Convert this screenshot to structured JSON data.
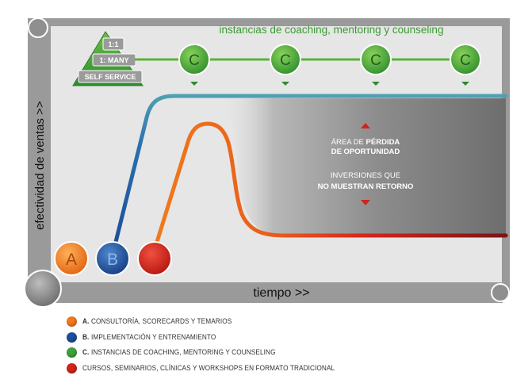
{
  "diagram": {
    "top_title": "instancias de coaching, mentoring y counseling",
    "y_axis_label": "efectividad de ventas >>",
    "x_axis_label": "tiempo >>",
    "pyramid_labels": [
      "1:1",
      "1: MANY",
      "SELF SERVICE"
    ],
    "coaching_nodes": [
      "C",
      "C",
      "C",
      "C"
    ],
    "start_nodes": [
      {
        "id": "a",
        "label": "A",
        "color": "#f07a1c"
      },
      {
        "id": "b",
        "label": "B",
        "color": "#1d4f9a"
      },
      {
        "id": "c",
        "label": "",
        "color": "#d4231b"
      }
    ],
    "annotation": {
      "line1_prefix": "ÁREA DE ",
      "line1_bold": "PÉRDIDA",
      "line2": "DE OPORTUNIDAD",
      "line3": "INVERSIONES QUE",
      "line4": "NO MUESTRAN RETORNO"
    }
  },
  "legend": [
    {
      "key": "A.",
      "text": "CONSULTORÍA, SCORECARDS Y TEMARIOS",
      "color": "#f07a1c"
    },
    {
      "key": "B.",
      "text": "IMPLEMENTACIÓN Y ENTRENAMIENTO",
      "color": "#1d4f9a"
    },
    {
      "key": "C.",
      "text": "INSTANCIAS DE COACHING, MENTORING Y COUNSELING",
      "color": "#3ea23a"
    },
    {
      "key": "",
      "text": "CURSOS, SEMINARIOS, CLÍNICAS Y WORKSHOPS EN FORMATO TRADICIONAL",
      "color": "#d4231b"
    }
  ],
  "colors": {
    "green": "#3ea23a",
    "blue": "#1d4f9a",
    "orange": "#f07a1c",
    "red": "#d4231b",
    "frame": "#9a9a9a",
    "panel": "#e6e6e6"
  }
}
